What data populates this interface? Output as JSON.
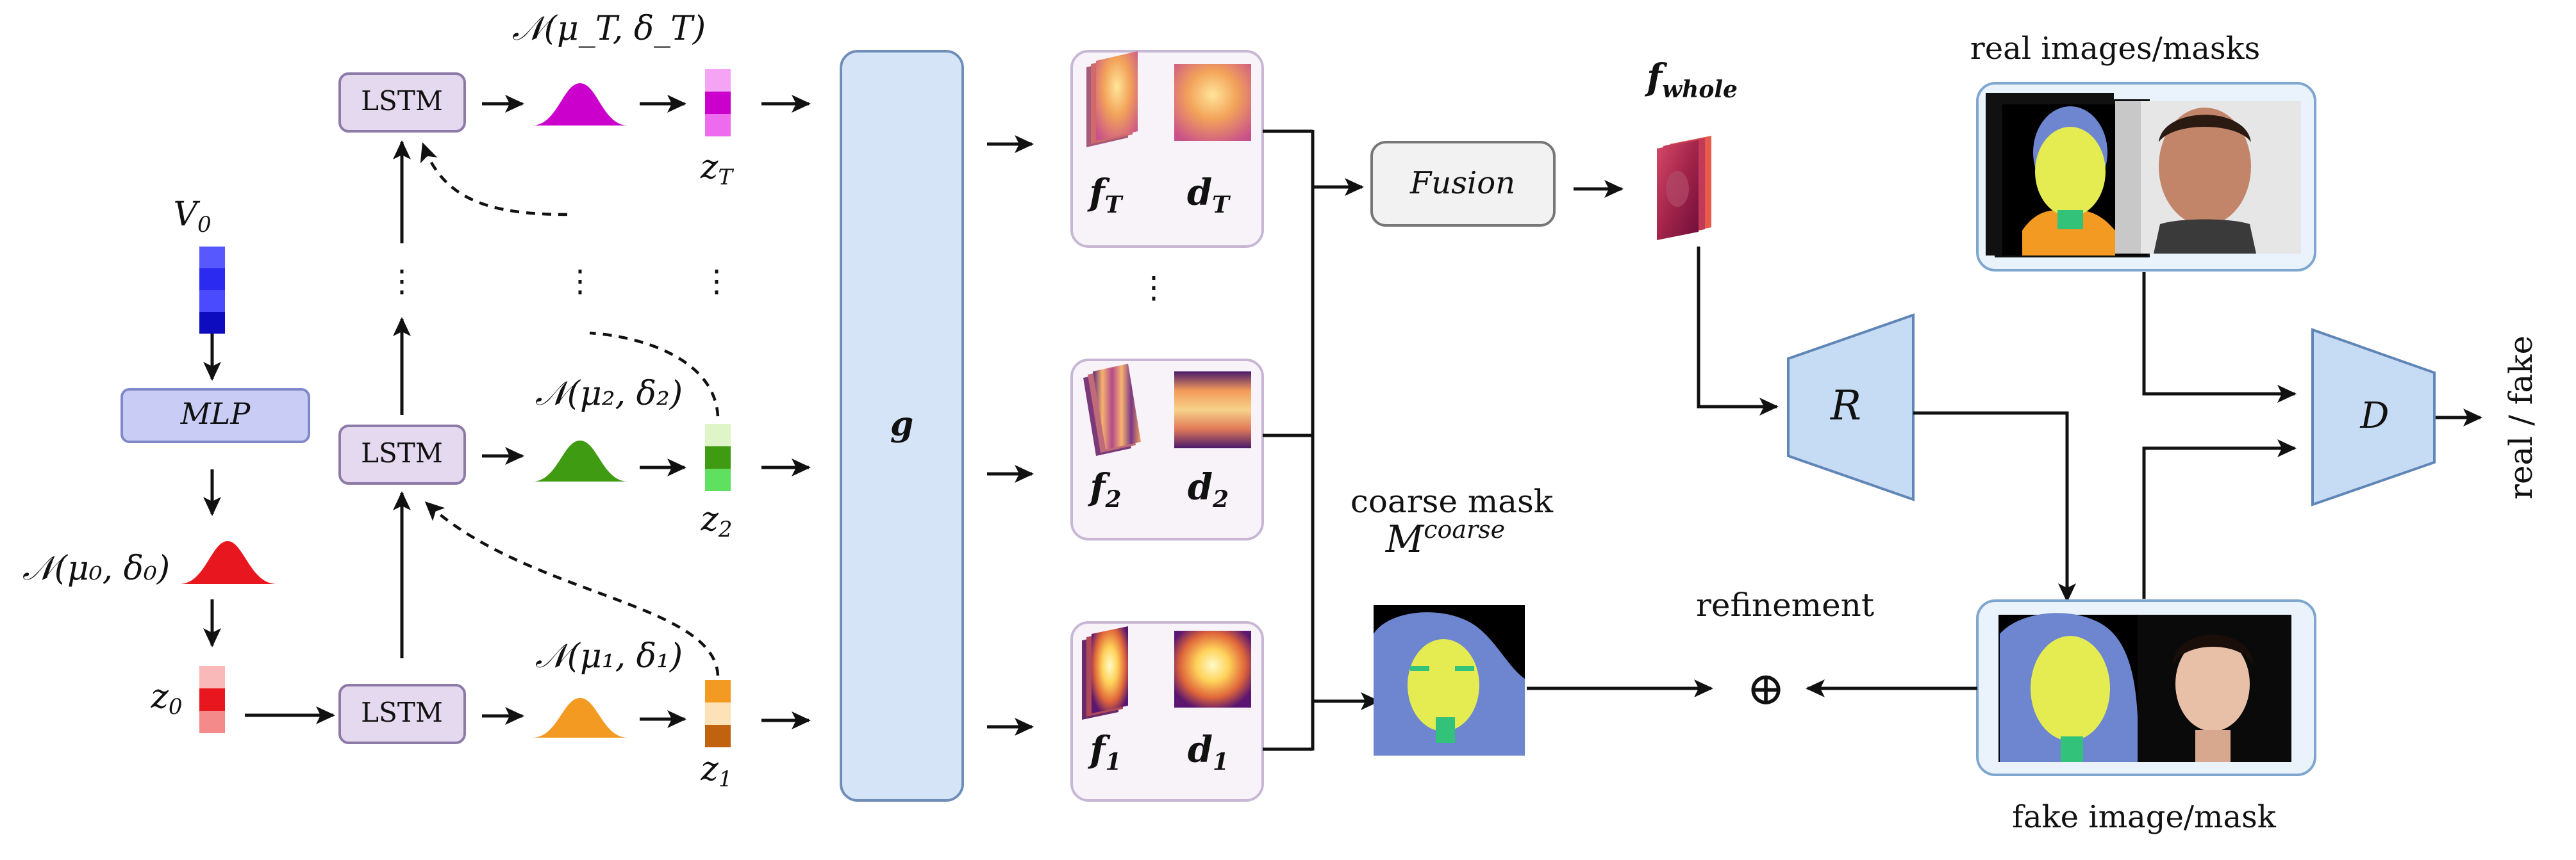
{
  "v0": {
    "label": "V",
    "sub": "0"
  },
  "mlp": {
    "label": "MLP"
  },
  "n0": {
    "label": "𝒩(μ₀, δ₀)"
  },
  "z0": {
    "label": "z",
    "sub": "0"
  },
  "lstm": {
    "top": "LSTM",
    "mid": "LSTM",
    "bot": "LSTM"
  },
  "normals": {
    "T": "𝒩(μ_T, δ_T)",
    "two": "𝒩(μ₂, δ₂)",
    "one": "𝒩(μ₁, δ₁)"
  },
  "zlabels": {
    "T": {
      "main": "z",
      "sub": "T"
    },
    "two": {
      "main": "z",
      "sub": "2"
    },
    "one": {
      "main": "z",
      "sub": "1"
    }
  },
  "g": {
    "label": "g"
  },
  "features": {
    "T": {
      "f": "f",
      "fsub": "T",
      "d": "d",
      "dsub": "T"
    },
    "two": {
      "f": "f",
      "fsub": "2",
      "d": "d",
      "dsub": "2"
    },
    "one": {
      "f": "f",
      "fsub": "1",
      "d": "d",
      "dsub": "1"
    }
  },
  "fusion": {
    "label": "Fusion"
  },
  "fwhole": {
    "main": "f",
    "sub": "whole"
  },
  "R": {
    "label": "R"
  },
  "D": {
    "label": "D"
  },
  "real_label": "real images/masks",
  "fake_label": "fake image/mask",
  "coarse": {
    "title": "coarse mask",
    "M": "M",
    "sup": "coarse"
  },
  "refinement": "refinement",
  "oplus": "⊕",
  "realfake": "real / fake",
  "dots": "⋮",
  "colors": {
    "lstm_fill": "#e5d9ef",
    "lstm_stroke": "#8e7aa6",
    "mlp_fill": "#c9cdf6",
    "mlp_stroke": "#8088c9",
    "g_fill": "#d6e4f7",
    "g_stroke": "#6e8db8",
    "rd_fill": "#c6dcf4",
    "rd_stroke": "#5f86b6",
    "panel_fill": "#f8f2f9",
    "panel_stroke": "#c7b7d4",
    "magenta": "#cc00cc",
    "green": "#3f9b12",
    "orange": "#f39a23",
    "red": "#e8161e",
    "blue": "#1a1adf",
    "mask_blue": "#6e86cf",
    "mask_yellow": "#e5ec52",
    "mask_green": "#33c27a"
  }
}
